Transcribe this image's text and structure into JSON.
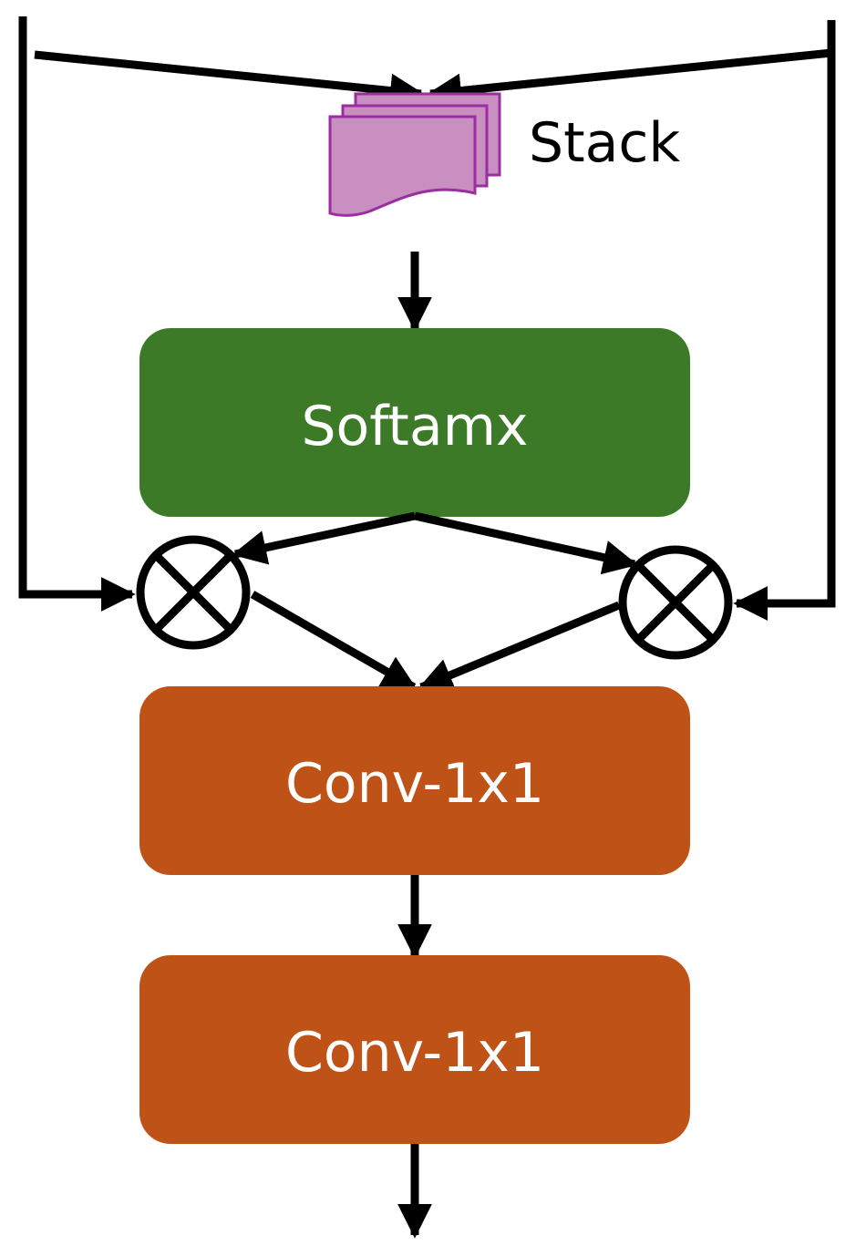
{
  "colors": {
    "softmax_box": "#3d7a27",
    "conv_box": "#bf5217",
    "stack_fill": "#c98fc0",
    "stack_stroke": "#9b2ea0",
    "line": "#000000"
  },
  "nodes": {
    "stack": {
      "label": "Stack",
      "icon": "document-stack-icon"
    },
    "softmax": {
      "label": "Softamx"
    },
    "conv1": {
      "label": "Conv-1x1"
    },
    "conv2": {
      "label": "Conv-1x1"
    },
    "multiply_left": {
      "icon": "multiply-circle-icon"
    },
    "multiply_right": {
      "icon": "multiply-circle-icon"
    }
  },
  "edges": [
    {
      "from": "input-left",
      "to": "stack"
    },
    {
      "from": "input-right",
      "to": "stack"
    },
    {
      "from": "input-left",
      "to": "multiply_left"
    },
    {
      "from": "input-right",
      "to": "multiply_right"
    },
    {
      "from": "stack",
      "to": "softmax"
    },
    {
      "from": "softmax",
      "to": "multiply_left"
    },
    {
      "from": "softmax",
      "to": "multiply_right"
    },
    {
      "from": "multiply_left",
      "to": "conv1"
    },
    {
      "from": "multiply_right",
      "to": "conv1"
    },
    {
      "from": "conv1",
      "to": "conv2"
    },
    {
      "from": "conv2",
      "to": "output"
    }
  ]
}
